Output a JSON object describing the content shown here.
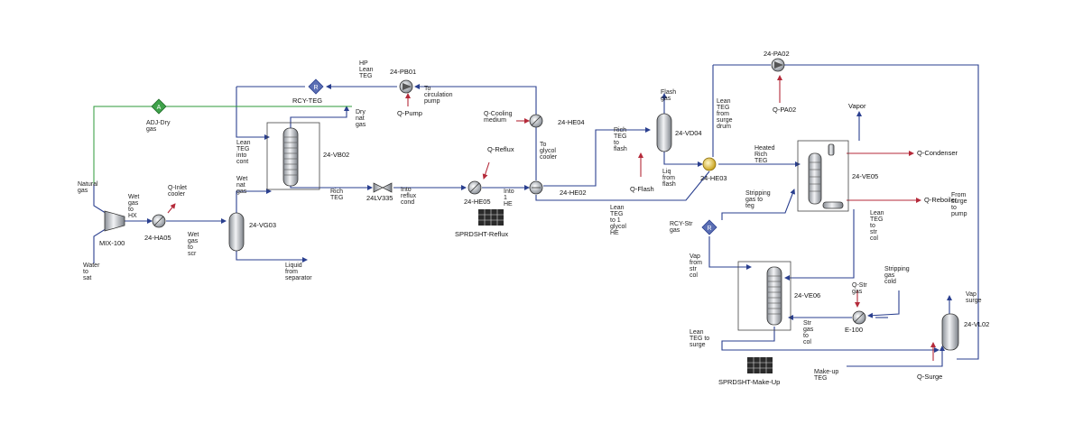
{
  "labels": {
    "natural_gas": [
      "Natural",
      "gas"
    ],
    "water_to_sat": [
      "Water",
      "to",
      "sat"
    ],
    "mix100": "MIX-100",
    "wet_gas_hx": [
      "Wet",
      "gas",
      "to",
      "HX"
    ],
    "ha05": "24-HA05",
    "q_inlet": [
      "Q-Inlet",
      "cooler"
    ],
    "wet_gas_scr": [
      "Wet",
      "gas",
      "to",
      "scr"
    ],
    "vg03": "24-VG03",
    "liquid_sep": [
      "Liquid",
      "from",
      "separator"
    ],
    "adj": [
      "ADJ-Dry",
      "gas"
    ],
    "dry_nat": [
      "Dry",
      "nat",
      "gas"
    ],
    "lean_teg_cont": [
      "Lean",
      "TEG",
      "into",
      "cont"
    ],
    "wet_nat_gas": [
      "Wet",
      "nat",
      "gas"
    ],
    "vb02": "24-VB02",
    "rich_teg1": [
      "Rich",
      "TEG"
    ],
    "lv335": "24LV335",
    "into_reflux": [
      "Into",
      "reflux",
      "cond"
    ],
    "rcy_teg": "RCY-TEG",
    "hp_lean": [
      "HP",
      "Lean",
      "TEG"
    ],
    "pb01": "24-PB01",
    "to_circ": [
      "To",
      "circulation",
      "pump"
    ],
    "q_pump": "Q-Pump",
    "q_cooling": [
      "Q-Cooling",
      "medium"
    ],
    "he04": "24-HE04",
    "q_reflux": "Q-Reflux",
    "to_glycol": [
      "To",
      "glycol",
      "cooler"
    ],
    "he05": "24-HE05",
    "into_1he": [
      "Into",
      "1",
      "HE"
    ],
    "he02": "24-HE02",
    "sprdsht_reflux": "SPRDSHT-Reflux",
    "lean_teg_glycol": [
      "Lean",
      "TEG",
      "to 1",
      "glycol",
      "HE"
    ],
    "rich_teg_flash": [
      "Rich",
      "TEG",
      "to",
      "flash"
    ],
    "flash_gas": [
      "Flash",
      "gas"
    ],
    "vd04": "24-VD04",
    "q_flash": "Q-Flash",
    "liq_flash": [
      "Liq",
      "from",
      "flash"
    ],
    "he03": "24-HE03",
    "lean_surge_drum": [
      "Lean",
      "TEG",
      "from",
      "surge",
      "drum"
    ],
    "pa02": "24-PA02",
    "q_pa02": "Q-PA02",
    "vapor": "Vapor",
    "heated_rich": [
      "Heated",
      "Rich",
      "TEG"
    ],
    "q_condenser": "Q-Condenser",
    "ve05": "24-VE05",
    "q_reboiler": "Q-Reboiler",
    "stripping_teg": [
      "Stripping",
      "gas to",
      "teg"
    ],
    "lean_str_col": [
      "Lean",
      "TEG",
      "to",
      "str",
      "col"
    ],
    "from_surge": [
      "From",
      "surge",
      "to",
      "pump"
    ],
    "rcy_str": [
      "RCY-Str",
      "gas"
    ],
    "vap_str_col": [
      "Vap",
      "from",
      "str",
      "col"
    ],
    "ve06": "24-VE06",
    "q_str": [
      "Q-Str",
      "gas"
    ],
    "stripping_cold": [
      "Stripping",
      "gas",
      "cold"
    ],
    "str_gas_col": [
      "Str",
      "gas",
      "to",
      "col"
    ],
    "e100": "E-100",
    "lean_teg_surge": [
      "Lean",
      "TEG to",
      "surge"
    ],
    "vap_surge": [
      "Vap",
      "surge"
    ],
    "vl02": "24-VL02",
    "q_surge": "Q-Surge",
    "makeup_teg": [
      "Make-up",
      "TEG"
    ],
    "sprdsht_makeup": "SPRDSHT-Make-Up"
  },
  "colors": {
    "material_stream": "#2a3f8f",
    "energy_stream": "#b52a3a",
    "logic_link": "#2e9a3a"
  }
}
